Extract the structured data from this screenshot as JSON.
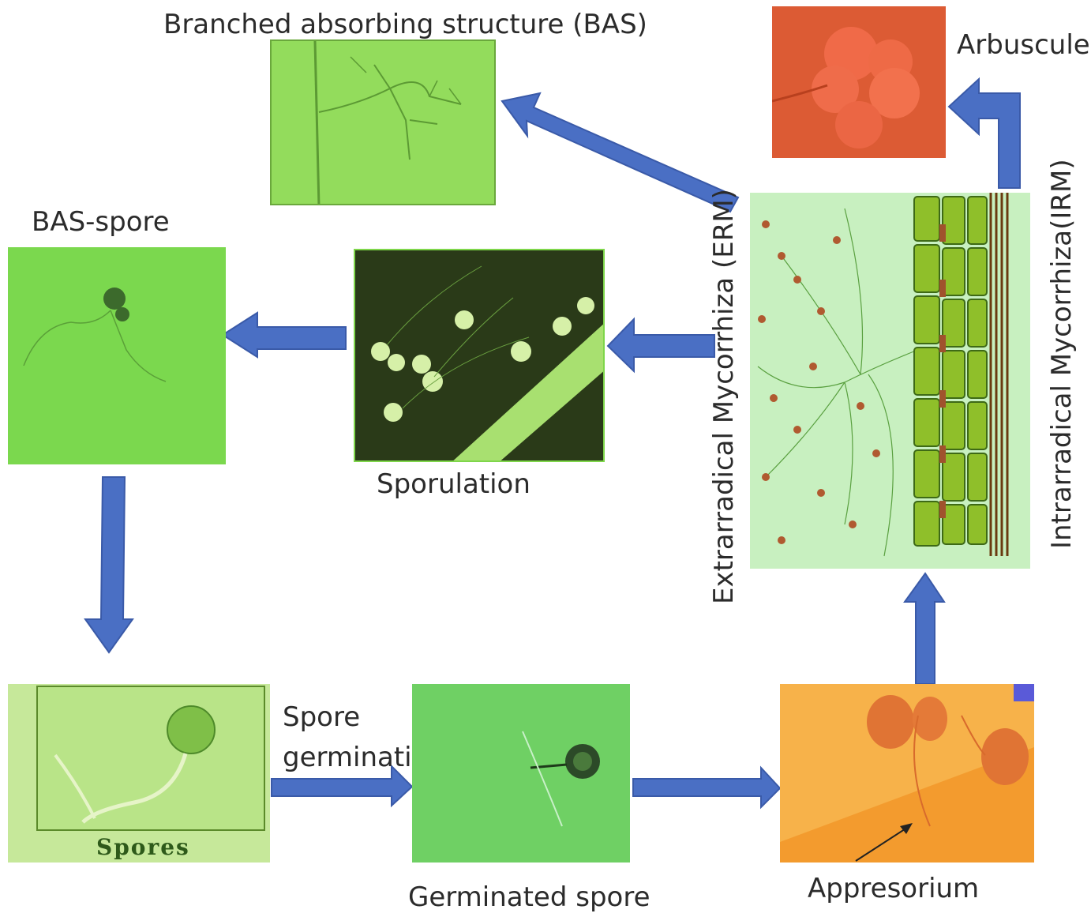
{
  "labels": {
    "bas": "Branched absorbing structure (BAS)",
    "arbuscule": "Arbuscule",
    "bas_spore": "BAS-spore",
    "sporulation": "Sporulation",
    "erm": "Extrarradical Mycorrhiza (ERM)",
    "irm": "Intrarradical Mycorrhiza(IRM)",
    "spore_germination_1": "Spore",
    "spore_germination_2": "germination",
    "germinated_spore": "Germinated spore",
    "appresorium": "Appresorium",
    "spores_caption": "Spores"
  },
  "colors": {
    "arrow": "#4a6fc4",
    "arrow_edge": "#3a5aa8",
    "green_panel": "#8fd85a",
    "orange_panel": "#f09a30",
    "red_panel": "#e0502a"
  }
}
